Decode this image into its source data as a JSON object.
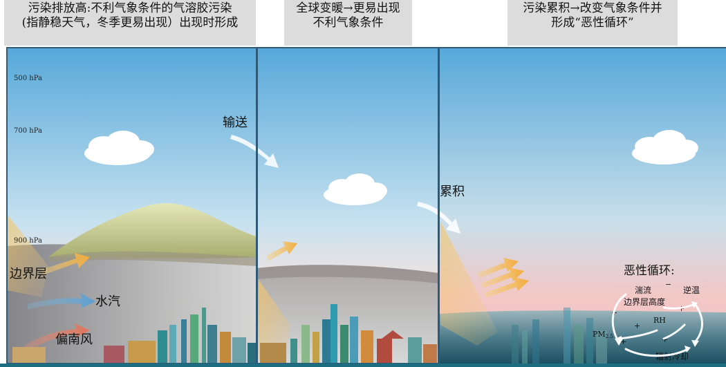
{
  "headers": {
    "left": [
      "污染排放高:不利气象条件的气溶胶污染",
      "(指静稳天气，冬季更易出现）出现时形成"
    ],
    "middle": [
      "全球变暖→更易出现",
      "不利气象条件"
    ],
    "right": [
      "污染累积→改变气象条件并",
      "形成“恶性循环”"
    ]
  },
  "pressure_levels": [
    "500 hPa",
    "700 hPa",
    "900 hPa"
  ],
  "labels": {
    "boundary_layer": "边界层",
    "water_vapor": "水汽",
    "south_wind": "偏南风",
    "transport": "输送",
    "accumulation": "累积"
  },
  "cycle": {
    "title": "恶性循环:",
    "turbulence": "湍流",
    "inversion": "逆温",
    "pbl_height": "边界层高度",
    "rh": "RH",
    "pm": "PM",
    "pm_sub": "2.5",
    "radiative_cooling": "辐射冷却",
    "signs": [
      "−",
      "+",
      "+",
      "+",
      "+",
      "+"
    ]
  },
  "colors": {
    "sky_top": "#56a8da",
    "frame": "#2e5a78",
    "mountain": "#c3c888",
    "arrow_orange": "#f3b64c",
    "ground_teal": "#1c6e80"
  }
}
